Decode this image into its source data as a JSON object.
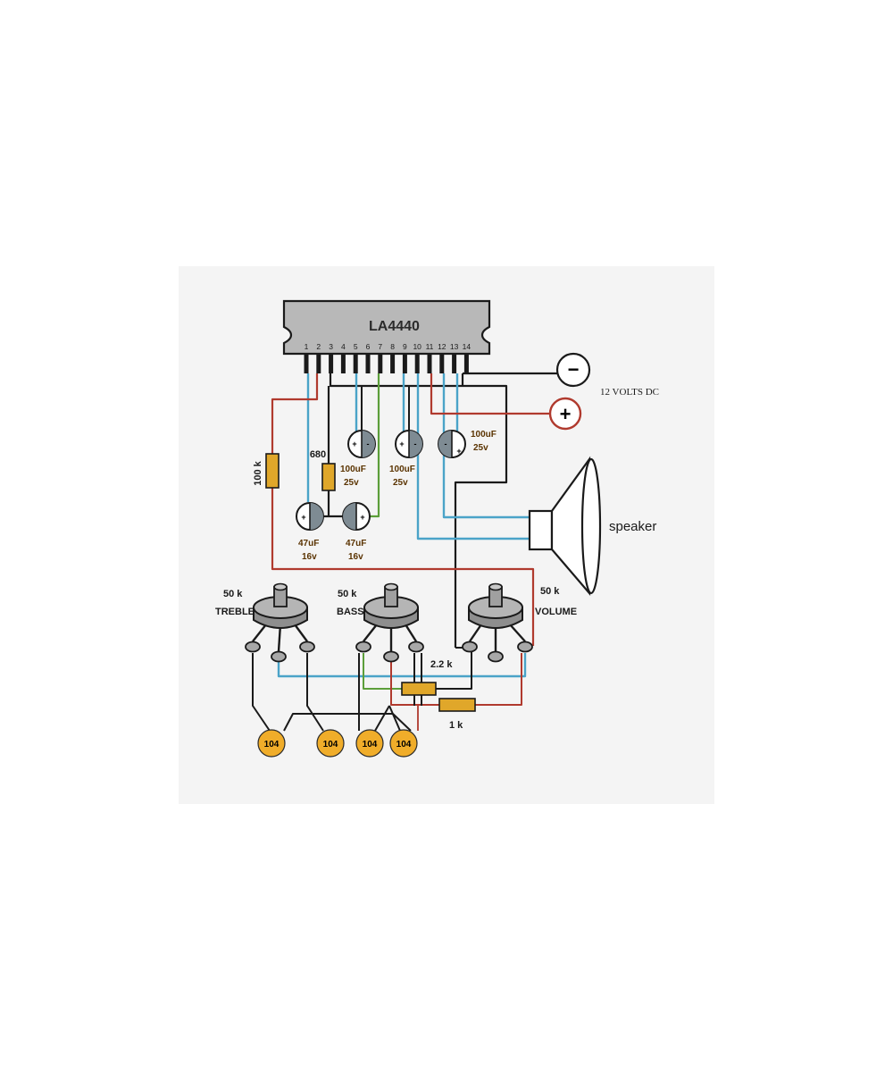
{
  "ic": {
    "name": "LA4440",
    "pins": [
      "1",
      "2",
      "3",
      "4",
      "5",
      "6",
      "7",
      "8",
      "9",
      "10",
      "11",
      "12",
      "13",
      "14"
    ]
  },
  "power": {
    "negative_symbol": "−",
    "positive_symbol": "+",
    "label": "12 VOLTS DC"
  },
  "resistors": {
    "r_100k": "100 k",
    "r_680": "680",
    "r_2_2k": "2.2 k",
    "r_1k": "1 k"
  },
  "capacitors": {
    "c1": {
      "value": "100uF",
      "voltage": "25v"
    },
    "c2": {
      "value": "100uF",
      "voltage": "25v"
    },
    "c3": {
      "value": "100uF",
      "voltage": "25v"
    },
    "c4": {
      "value": "47uF",
      "voltage": "16v"
    },
    "c5": {
      "value": "47uF",
      "voltage": "16v"
    }
  },
  "cap_signs": {
    "plus": "+",
    "minus": "-"
  },
  "speaker": {
    "label": "speaker"
  },
  "pots": {
    "treble": {
      "value": "50 k",
      "name": "TREBLE"
    },
    "bass": {
      "value": "50 k",
      "name": "BASS"
    },
    "volume": {
      "value": "50 k",
      "name": "VOLUME"
    }
  },
  "ceramic_caps": [
    "104",
    "104",
    "104",
    "104"
  ],
  "colors": {
    "wire_black": "#1a1a1a",
    "wire_blue": "#4aa3c8",
    "wire_red": "#b03a2e",
    "wire_green": "#5c9e3a",
    "resistor": "#e0a72a",
    "ceramic": "#f0ad2a",
    "pot_body": "#a9a9a9",
    "ic_body": "#b8b8b8"
  }
}
